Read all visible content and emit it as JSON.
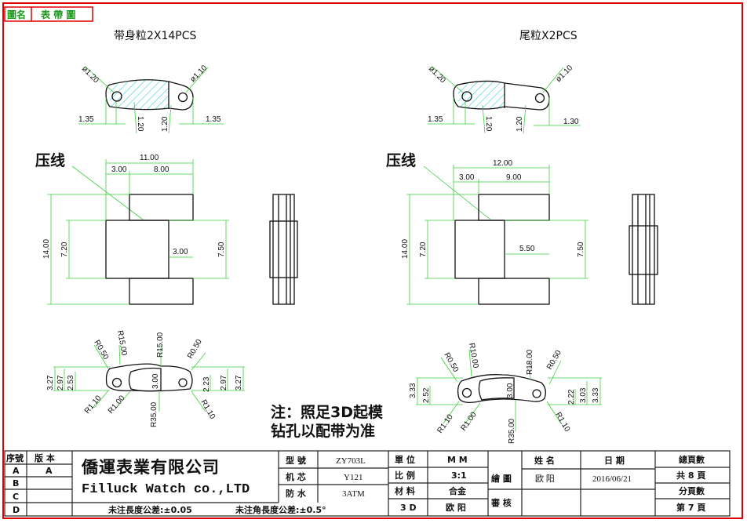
{
  "header_tag": {
    "label": "圖名",
    "value": "表 帶 圖"
  },
  "colors": {
    "border": "#e00000",
    "dimension": "#3ccf3c",
    "hatch": "#18c8d8"
  },
  "left_view": {
    "title": "带身粒2X14PCS",
    "press_line_label": "压线",
    "top_dims": {
      "hole_left": "ø1.20",
      "hole_right": "ø1.10",
      "edge_left": "1.35",
      "gap_left": "1.20",
      "gap_right": "1.20",
      "edge_right": "1.35"
    },
    "plan_dims": {
      "overall_width": "11.00",
      "offset": "3.00",
      "tab_width": "8.00",
      "height": "14.00",
      "mid_height": "7.20",
      "inner": "3.00",
      "tab_height": "7.50"
    },
    "profile_dims": {
      "r1": "R0.50",
      "r2": "R15.00",
      "r3": "R15.00",
      "r4": "R0.50",
      "r5": "R1.10",
      "r6": "R1.00",
      "r7": "R35.00",
      "r8": "R1.10",
      "h1": "3.27",
      "h2": "2.97",
      "h3": "2.53",
      "center": "3.00",
      "h4": "2.23",
      "h5": "2.97",
      "h6": "3.27"
    }
  },
  "right_view": {
    "title": "尾粒X2PCS",
    "press_line_label": "压线",
    "top_dims": {
      "hole_left": "ø1.20",
      "hole_right": "ø1.10",
      "edge_left": "1.35",
      "gap_left": "1.20",
      "gap_right": "1.20",
      "edge_right": "1.30"
    },
    "plan_dims": {
      "overall_width": "12.00",
      "offset": "3.00",
      "tab_width": "9.00",
      "height": "14.00",
      "mid_height": "7.20",
      "inner": "5.50",
      "tab_height": "7.50"
    },
    "profile_dims": {
      "r1": "R0.50",
      "r2": "R10.00",
      "r3": "R18.00",
      "r4": "R0.50",
      "r5": "R1.10",
      "r6": "R1.00",
      "r7": "R35.00",
      "r8": "R1.10",
      "h1": "3.33",
      "h2": "2.52",
      "center": "3.00",
      "h4": "2.22",
      "h5": "3.03",
      "h6": "3.33"
    }
  },
  "note": {
    "line1": "注：照足3D起模",
    "line2": "钻孔以配带为准"
  },
  "title_block": {
    "revision_header": {
      "seq": "序號",
      "version": "版 本"
    },
    "revisions": [
      {
        "seq": "A",
        "version": "A"
      },
      {
        "seq": "B",
        "version": ""
      },
      {
        "seq": "C",
        "version": ""
      },
      {
        "seq": "D",
        "version": ""
      }
    ],
    "company_cn": "僑運表業有限公司",
    "company_en": "Filluck Watch co.,LTD",
    "tolerance_length": "未注長度公差:±0.05",
    "tolerance_angle": "未注角長度公差:±0.5°",
    "model_label": "型 號",
    "model": "ZY703L",
    "movement_label": "机 芯",
    "movement": "Y121",
    "water_label": "防 水",
    "water": "3ATM",
    "unit_label": "單 位",
    "unit": "M M",
    "scale_label": "比 例",
    "scale": "3:1",
    "material_label": "材 料",
    "material": "合金",
    "3d_label": "3 D",
    "3d": "欧 阳",
    "name_header": "姓 名",
    "date_header": "日 期",
    "drawn_label": "繪 圖",
    "drawn_by": "欧 阳",
    "drawn_date": "2016/06/21",
    "checked_label": "審 核",
    "total_pages_label": "總頁數",
    "total_pages": "共 8 頁",
    "page_label": "分頁數",
    "page": "第 7 頁"
  }
}
